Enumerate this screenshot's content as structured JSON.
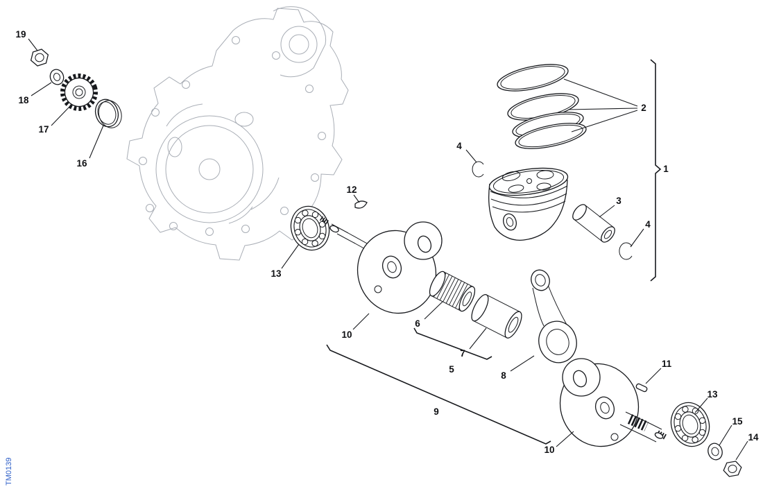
{
  "diagram": {
    "watermark": "TM0139",
    "callouts": {
      "n1": "1",
      "n2": "2",
      "n3": "3",
      "n4_top": "4",
      "n4_side": "4",
      "n5": "5",
      "n6": "6",
      "n7": "7",
      "n8": "8",
      "n9": "9",
      "n10_left": "10",
      "n10_right": "10",
      "n11": "11",
      "n12": "12",
      "n13_left": "13",
      "n13_right": "13",
      "n14": "14",
      "n15": "15",
      "n16": "16",
      "n17": "17",
      "n18": "18",
      "n19": "19"
    },
    "colors": {
      "background": "#ffffff",
      "part_line": "#17191d",
      "crankcase_line": "#a8adb5",
      "watermark_blue": "#2e5fc8"
    }
  }
}
